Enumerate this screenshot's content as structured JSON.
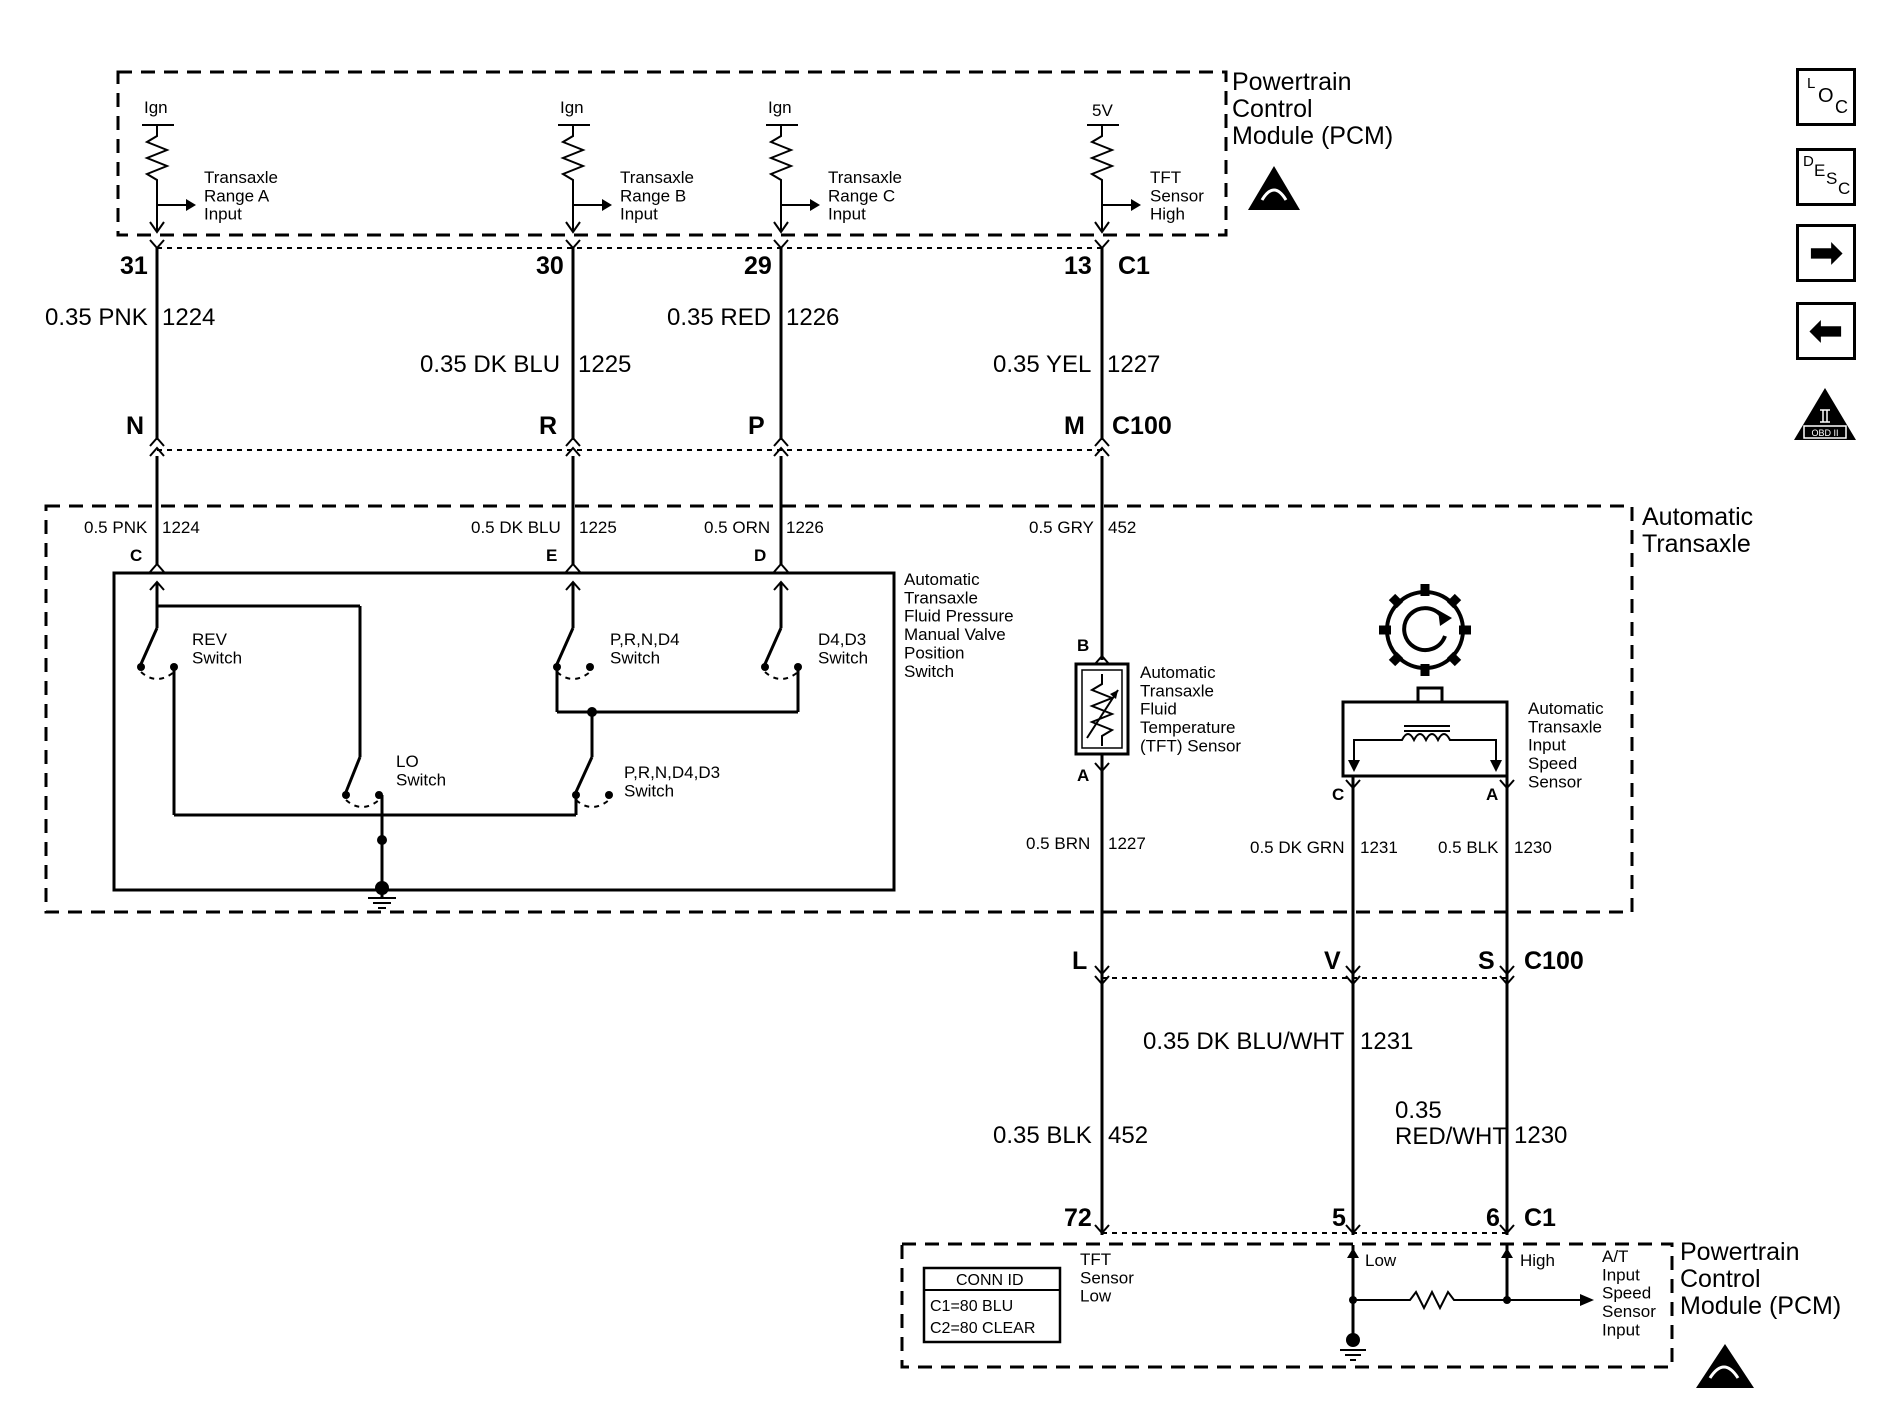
{
  "modules": {
    "pcm_top": "Powertrain\nControl\nModule (PCM)",
    "pcm_bottom": "Powertrain\nControl\nModule (PCM)",
    "transaxle": "Automatic\nTransaxle"
  },
  "pcm_inputs": [
    {
      "supply": "Ign",
      "label": "Transaxle\nRange A\nInput",
      "pin": "31"
    },
    {
      "supply": "Ign",
      "label": "Transaxle\nRange B\nInput",
      "pin": "30"
    },
    {
      "supply": "Ign",
      "label": "Transaxle\nRange C\nInput",
      "pin": "29"
    },
    {
      "supply": "5V",
      "label": "TFT\nSensor\nHigh",
      "pin": "13"
    }
  ],
  "connectors": {
    "c1_top": "C1",
    "c100_top": "C100",
    "c100_bottom": "C100",
    "c1_bottom": "C1"
  },
  "upper_wires": [
    {
      "gauge_color": "0.35 PNK",
      "circuit": "1224",
      "c100_pin": "N"
    },
    {
      "gauge_color": "0.35 DK BLU",
      "circuit": "1225",
      "c100_pin": "R"
    },
    {
      "gauge_color": "0.35 RED",
      "circuit": "1226",
      "c100_pin": "P"
    },
    {
      "gauge_color": "0.35 YEL",
      "circuit": "1227",
      "c100_pin": "M"
    }
  ],
  "transaxle_wires": [
    {
      "gauge_color": "0.5 PNK",
      "circuit": "1224",
      "pin": "C"
    },
    {
      "gauge_color": "0.5 DK BLU",
      "circuit": "1225",
      "pin": "E"
    },
    {
      "gauge_color": "0.5 ORN",
      "circuit": "1226",
      "pin": "D"
    },
    {
      "gauge_color": "0.5 GRY",
      "circuit": "452"
    }
  ],
  "switch_assembly": {
    "title": "Automatic\nTransaxle\nFluid Pressure\nManual Valve\nPosition\nSwitch",
    "rev": "REV\nSwitch",
    "prnd4": "P,R,N,D4\nSwitch",
    "d4d3": "D4,D3\nSwitch",
    "lo": "LO\nSwitch",
    "prnd4d3": "P,R,N,D4,D3\nSwitch"
  },
  "tft_sensor": {
    "label": "Automatic\nTransaxle\nFluid\nTemperature\n(TFT) Sensor",
    "pin_b": "B",
    "pin_a": "A"
  },
  "speed_sensor": {
    "label": "Automatic\nTransaxle\nInput\nSpeed\nSensor",
    "pin_c": "C",
    "pin_a": "A"
  },
  "transaxle_lower_wires": [
    {
      "gauge_color": "0.5 BRN",
      "circuit": "1227",
      "c100_pin": "L"
    },
    {
      "gauge_color": "0.5 DK GRN",
      "circuit": "1231",
      "c100_pin": "V"
    },
    {
      "gauge_color": "0.5 BLK",
      "circuit": "1230",
      "c100_pin": "S"
    }
  ],
  "lower_wires": [
    {
      "gauge_color": "0.35 BLK",
      "circuit": "452",
      "pin": "72"
    },
    {
      "gauge_color": "0.35 DK BLU/WHT",
      "circuit": "1231",
      "pin": "5"
    },
    {
      "gauge_color": "0.35\nRED/WHT",
      "circuit": "1230",
      "pin": "6"
    }
  ],
  "pcm_bottom_labels": {
    "tft_low": "TFT\nSensor\nLow",
    "low": "Low",
    "high": "High",
    "speed_input": "A/T\nInput\nSpeed\nSensor\nInput"
  },
  "conn_id": {
    "title": "CONN ID",
    "c1": "C1=80 BLU",
    "c2": "C2=80 CLEAR"
  },
  "side_buttons": {
    "loc_l": "L",
    "loc_o": "O",
    "loc_c": "C",
    "desc_d": "D",
    "desc_e": "E",
    "desc_s": "S",
    "desc_c": "C",
    "next": "➡",
    "prev": "⬅",
    "obd": "OBD II"
  }
}
